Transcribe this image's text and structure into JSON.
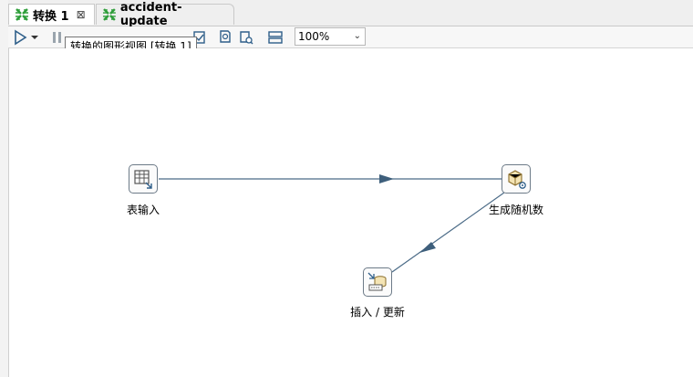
{
  "tabs": [
    {
      "label": "转换 1",
      "active": true
    },
    {
      "label": "accident-update",
      "active": false
    }
  ],
  "tab_close_glyph": "⊠",
  "toolbar": {
    "zoom_value": "100%",
    "tooltip": "转换的图形视图 [转换 1]"
  },
  "steps": {
    "table_input": {
      "label": "表输入",
      "icon": "table-input-icon"
    },
    "random_number": {
      "label": "生成随机数",
      "icon": "cube-gear-icon"
    },
    "insert_update": {
      "label": "插入 / 更新",
      "icon": "db-insert-icon"
    }
  },
  "colors": {
    "tab_icon_green": "#2e9e3a",
    "toolbar_icon_blue": "#2f5f8a",
    "hop_line": "#4b6b87"
  }
}
